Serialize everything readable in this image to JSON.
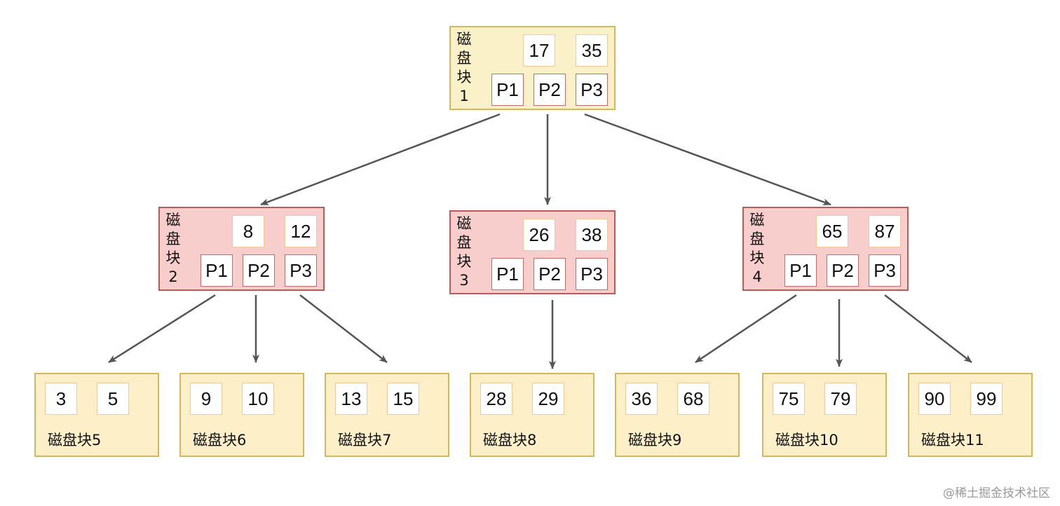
{
  "colors": {
    "root_fill": "#fbf1c8",
    "root_border": "#d8b65a",
    "internal_fill": "#f8cecc",
    "internal_border": "#b95c57",
    "leaf_fill": "#fdf0c9",
    "leaf_border": "#d8b65a",
    "key_cell_border": "#f2c79a",
    "pointer_cell_border": "#c56b6b",
    "edge": "#555555"
  },
  "internal_nodes": [
    {
      "id": "b1",
      "label": "磁\n盘\n块\n1",
      "keys": [
        "17",
        "35"
      ],
      "pointers": [
        "P1",
        "P2",
        "P3"
      ],
      "children": [
        "b2",
        "b3",
        "b4"
      ]
    },
    {
      "id": "b2",
      "label": "磁\n盘\n块\n2",
      "keys": [
        "8",
        "12"
      ],
      "pointers": [
        "P1",
        "P2",
        "P3"
      ],
      "children": [
        "b5",
        "b6",
        "b7"
      ]
    },
    {
      "id": "b3",
      "label": "磁\n盘\n块\n3",
      "keys": [
        "26",
        "38"
      ],
      "pointers": [
        "P1",
        "P2",
        "P3"
      ],
      "children": [
        "b8"
      ]
    },
    {
      "id": "b4",
      "label": "磁\n盘\n块\n4",
      "keys": [
        "65",
        "87"
      ],
      "pointers": [
        "P1",
        "P2",
        "P3"
      ],
      "children": [
        "b9",
        "b10",
        "b11"
      ]
    }
  ],
  "leaf_nodes": [
    {
      "id": "b5",
      "label": "磁盘块5",
      "keys": [
        "3",
        "5"
      ]
    },
    {
      "id": "b6",
      "label": "磁盘块6",
      "keys": [
        "9",
        "10"
      ]
    },
    {
      "id": "b7",
      "label": "磁盘块7",
      "keys": [
        "13",
        "15"
      ]
    },
    {
      "id": "b8",
      "label": "磁盘块8",
      "keys": [
        "28",
        "29"
      ]
    },
    {
      "id": "b9",
      "label": "磁盘块9",
      "keys": [
        "36",
        "68"
      ]
    },
    {
      "id": "b10",
      "label": "磁盘块10",
      "keys": [
        "75",
        "79"
      ]
    },
    {
      "id": "b11",
      "label": "磁盘块11",
      "keys": [
        "90",
        "99"
      ]
    }
  ],
  "watermark": "@稀土掘金技术社区"
}
